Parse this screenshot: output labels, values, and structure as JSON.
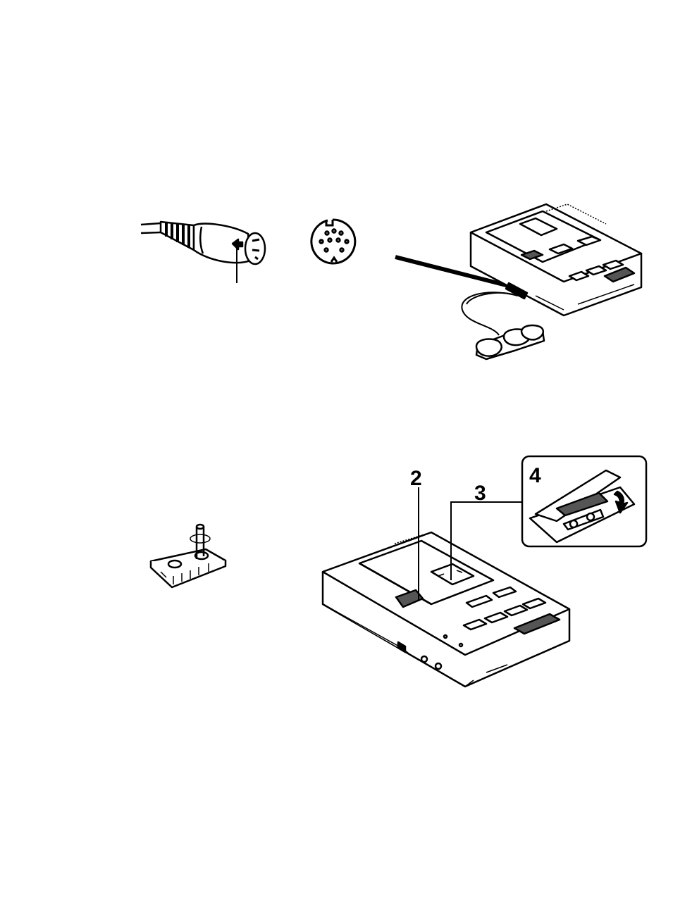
{
  "steps": {
    "step2": "2",
    "step3": "3",
    "step4": "4"
  },
  "colors": {
    "ink": "#000000",
    "paper": "#ffffff",
    "shade": "#555555"
  }
}
